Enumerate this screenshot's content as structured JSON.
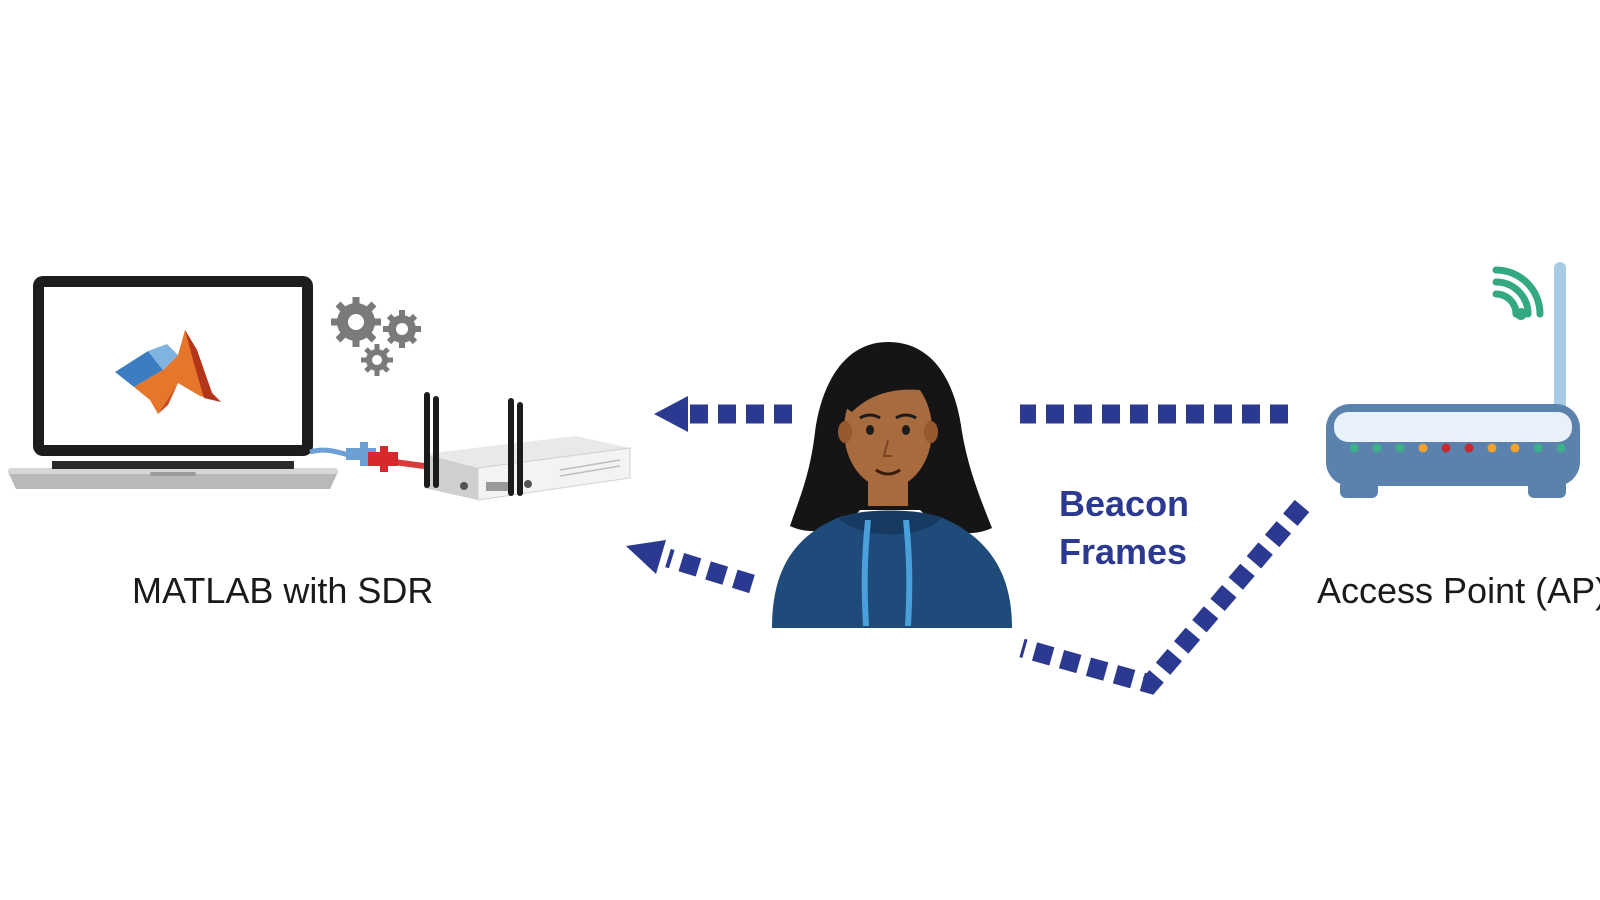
{
  "labels": {
    "matlab_sdr": "MATLAB with SDR",
    "access_point": "Access Point (AP)",
    "beacon_line1": "Beacon",
    "beacon_line2": "Frames"
  },
  "icons": {
    "laptop": "laptop-icon",
    "matlab_logo": "matlab-logo-icon",
    "gears": "gears-icon",
    "sdr_radio": "sdr-radio-icon",
    "person": "person-icon",
    "router": "router-icon",
    "wifi": "wifi-icon"
  },
  "colors": {
    "arrow": "#2b3990",
    "router_body": "#5b82ad",
    "wifi_signal": "#33a882",
    "hoodie": "#1e4b79",
    "skin": "#a86a3f"
  }
}
